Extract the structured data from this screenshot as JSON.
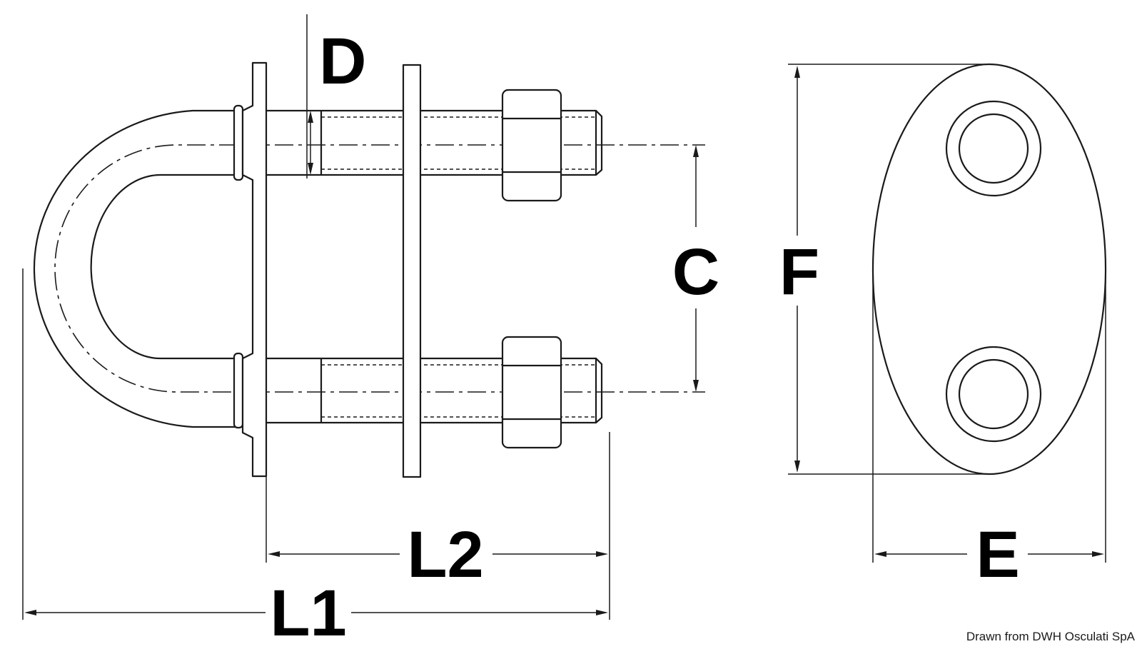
{
  "diagram": {
    "dimensions": {
      "d": "D",
      "c": "C",
      "f": "F",
      "l1": "L1",
      "l2": "L2",
      "e": "E"
    },
    "credit": "Drawn from DWH Osculati SpA"
  }
}
